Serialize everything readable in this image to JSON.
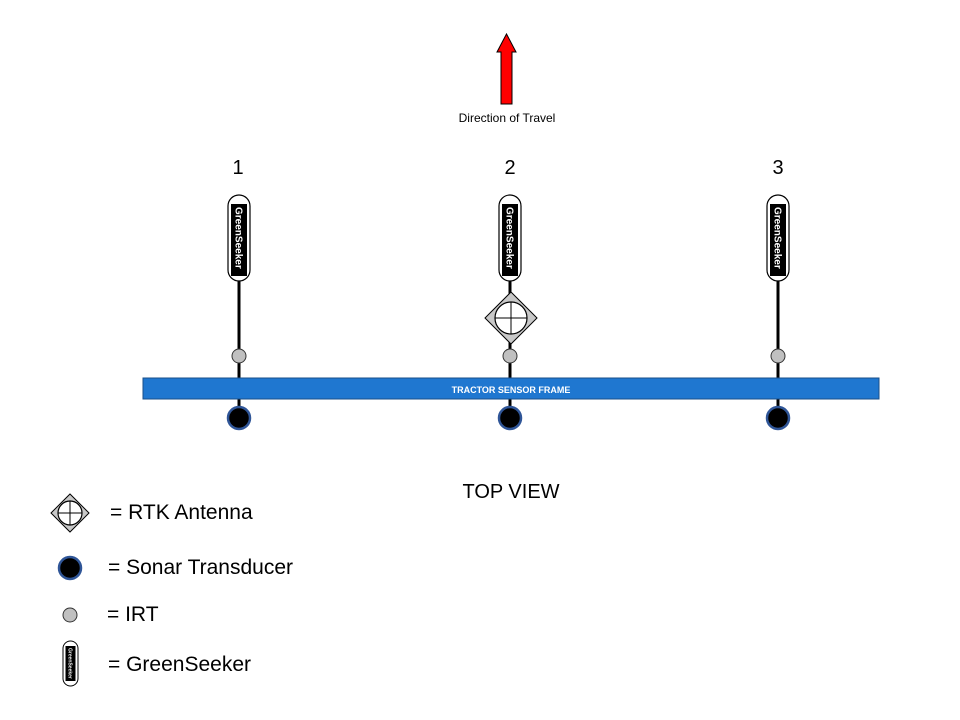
{
  "direction_label": "Direction of Travel",
  "frame_label": "TRACTOR SENSOR FRAME",
  "view_label": "TOP VIEW",
  "positions": [
    {
      "number": "1"
    },
    {
      "number": "2"
    },
    {
      "number": "3"
    }
  ],
  "greenseeker_text": "GreenSeeker",
  "legend": {
    "rtk": "= RTK Antenna",
    "sonar": "= Sonar Transducer",
    "irt": "= IRT",
    "greenseeker": "= GreenSeeker"
  },
  "colors": {
    "arrow": "#ff0000",
    "frame": "#1f77d0",
    "frame_border": "#1a4f8a",
    "sonar_fill": "#000000",
    "sonar_ring": "#2f5597",
    "irt_fill": "#c0c0c0",
    "rtk_fill": "#c8c8c8"
  }
}
